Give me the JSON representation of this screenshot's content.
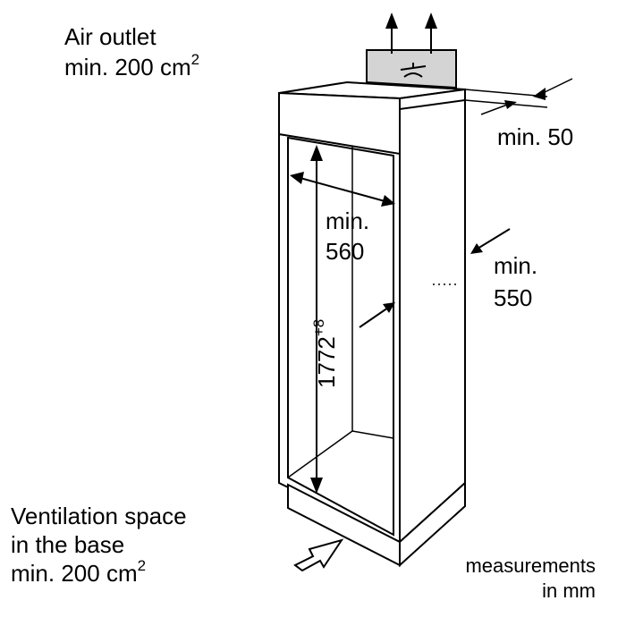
{
  "labels": {
    "air_outlet_line1": "Air outlet",
    "air_outlet_line2": "min. 200 cm",
    "air_outlet_sup": "2",
    "min_50": "min. 50",
    "min_560_line1": "min.",
    "min_560_line2": "560",
    "min_550_line1": "min.",
    "min_550_line2": "550",
    "height_value": "1772",
    "height_sup": "+8",
    "ventilation_line1": "Ventilation space",
    "ventilation_line2": "in the base",
    "ventilation_line3": "min. 200 cm",
    "ventilation_sup": "2",
    "measurements_line1": "measurements",
    "measurements_line2": "in mm"
  },
  "colors": {
    "stroke": "#000000",
    "vent_grille": "#d4d4d4",
    "background": "#ffffff"
  },
  "icons": {
    "vent_symbol": "fan-symbol-icon",
    "airflow": "arrow-up-icon",
    "inflow": "hollow-arrow-icon"
  }
}
